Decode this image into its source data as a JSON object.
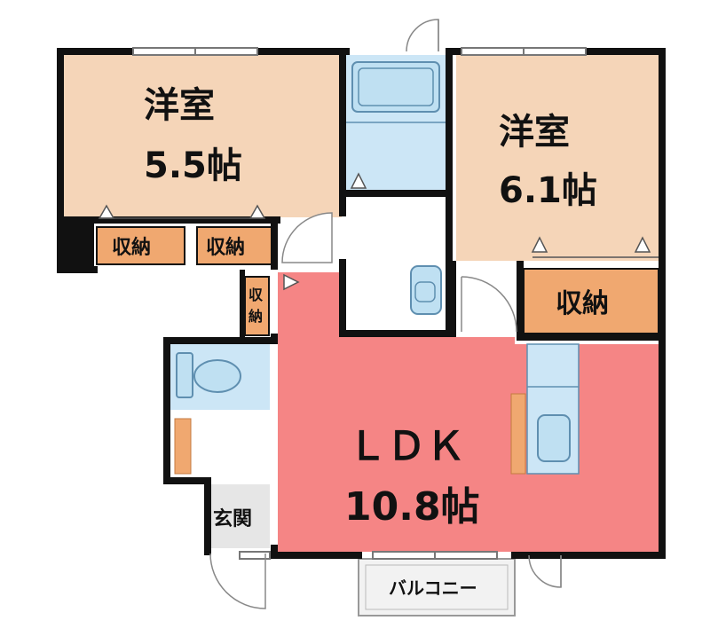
{
  "colors": {
    "wall": "#111111",
    "western_room": "#f5d5b8",
    "ldk": "#f58585",
    "storage": "#f0a870",
    "wet_area": "#cce6f6",
    "fixture": "#bfe0f2",
    "genkan": "#e6e6e6",
    "balcony": "#f2f2f2",
    "floor": "#ffffff"
  },
  "rooms": {
    "western_a": {
      "type": "洋室",
      "size": "5.5帖"
    },
    "western_b": {
      "type": "洋室",
      "size": "6.1帖"
    },
    "ldk": {
      "type": "ＬＤＫ",
      "size": "10.8帖"
    }
  },
  "storage_labels": {
    "closet_1": "収納",
    "closet_2": "収納",
    "closet_3_top": "収",
    "closet_3_bottom": "納",
    "closet_4": "収納"
  },
  "genkan": "玄関",
  "balcony": "バルコニー"
}
